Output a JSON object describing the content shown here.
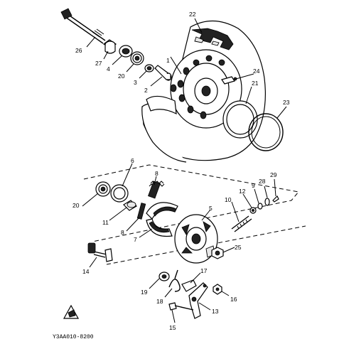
{
  "diagram": {
    "callouts": [
      {
        "id": "1",
        "text": "1"
      },
      {
        "id": "2",
        "text": "2"
      },
      {
        "id": "3",
        "text": "3"
      },
      {
        "id": "4",
        "text": "4"
      },
      {
        "id": "5",
        "text": "5"
      },
      {
        "id": "6",
        "text": "6"
      },
      {
        "id": "7",
        "text": "7"
      },
      {
        "id": "8a",
        "text": "8"
      },
      {
        "id": "8b",
        "text": "8"
      },
      {
        "id": "9",
        "text": "9"
      },
      {
        "id": "10",
        "text": "10"
      },
      {
        "id": "11",
        "text": "11"
      },
      {
        "id": "12",
        "text": "12"
      },
      {
        "id": "13",
        "text": "13"
      },
      {
        "id": "14",
        "text": "14"
      },
      {
        "id": "15",
        "text": "15"
      },
      {
        "id": "16",
        "text": "16"
      },
      {
        "id": "17",
        "text": "17"
      },
      {
        "id": "18",
        "text": "18"
      },
      {
        "id": "19",
        "text": "19"
      },
      {
        "id": "20a",
        "text": "20"
      },
      {
        "id": "20b",
        "text": "20"
      },
      {
        "id": "21",
        "text": "21"
      },
      {
        "id": "22",
        "text": "22"
      },
      {
        "id": "23",
        "text": "23"
      },
      {
        "id": "24",
        "text": "24"
      },
      {
        "id": "25",
        "text": "25"
      },
      {
        "id": "26",
        "text": "26"
      },
      {
        "id": "27",
        "text": "27"
      },
      {
        "id": "28",
        "text": "28"
      },
      {
        "id": "29",
        "text": "29"
      }
    ],
    "diagram_code": "Y3AA010-8200"
  }
}
